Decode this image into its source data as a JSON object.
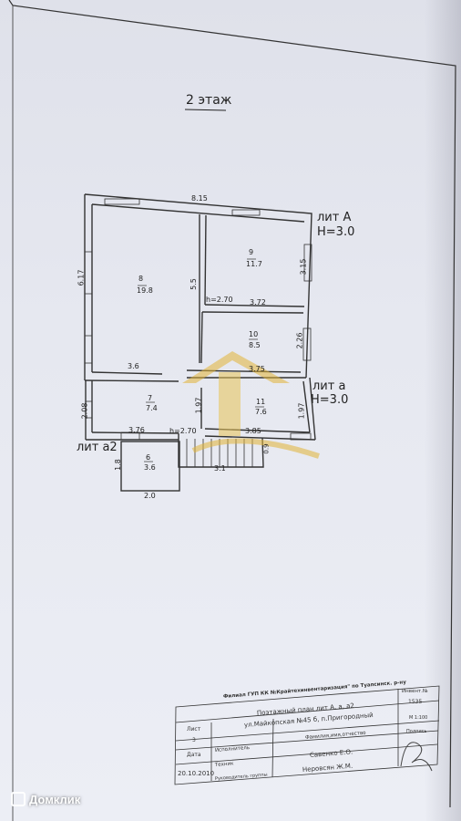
{
  "title": "2 этаж",
  "labels": {
    "lit_A": "лит А",
    "lit_A_height": "H=3.0",
    "lit_a": "лит а",
    "lit_a_height": "H=3.0",
    "lit_a2": "лит а2"
  },
  "rooms": [
    {
      "number": "8",
      "area": "19.8"
    },
    {
      "number": "9",
      "area": "11.7"
    },
    {
      "number": "10",
      "area": "8.5"
    },
    {
      "number": "7",
      "area": "7.4"
    },
    {
      "number": "11",
      "area": "7.6"
    },
    {
      "number": "6",
      "area": "3.6"
    }
  ],
  "dimensions": {
    "top_width": "8.15",
    "left_height": "6.17",
    "room8_inner": "5.5",
    "room9_right": "3.15",
    "h_270_upper": "h=2.70",
    "room10_top": "3.72",
    "room10_right": "2.26",
    "room8_bottom": "3.6",
    "room10_bottom": "3.75",
    "left_lower": "2.08",
    "room7_width": "3.76",
    "h_270_lower": "h=2.70",
    "partition": "1.97",
    "room11_width": "3.85",
    "room11_right": "1.97",
    "stairs": "3.1",
    "stairs_side": "0.9",
    "room6_left": "1.8",
    "room6_bottom": "2.0"
  },
  "stamp": {
    "org": "Филиал ГУП КК №Крайтехинвентаризация\" по Туапсинск. р-ну",
    "inv_label": "Инвент.№",
    "inv_value": "1535",
    "scale": "М 1:100",
    "plan_title": "Поэтажный план лит А, а, а2",
    "address": "ул.Майкопская №45 б, п.Пригородный",
    "sheet_label": "Лист",
    "sheet_value": "3",
    "date_label": "Дата",
    "date_value": "20.10.2010",
    "role_exec": "Исполнитель",
    "role_tech": "Техник",
    "role_head": "Руководитель группы",
    "fio_header": "Фамилия,имя,отчество",
    "sign_header": "Подпись",
    "fio_tech": "Савенко Е.О.",
    "fio_head": "Неровсян Ж.М."
  },
  "watermark": "Домклик"
}
